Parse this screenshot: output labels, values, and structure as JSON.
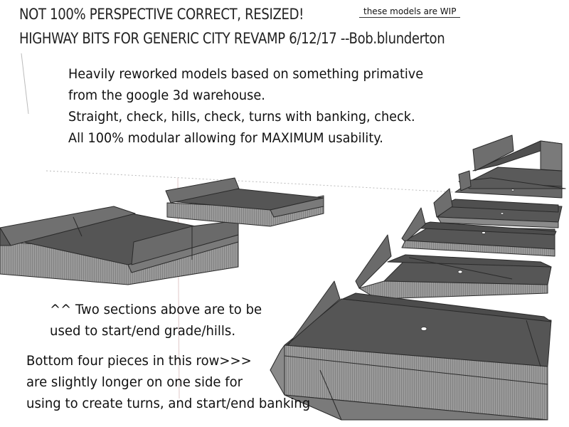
{
  "header": {
    "title_line1": "NOT 100% PERSPECTIVE CORRECT,  RESIZED!",
    "title_line2": "HIGHWAY BITS FOR GENERIC CITY REVAMP  6/12/17  --Bob.blunderton",
    "wip_note": "these models are WIP"
  },
  "description": {
    "lines": [
      "Heavily reworked models based on something primative",
      "from the google 3d warehouse.",
      "Straight, check, hills, check, turns with banking, check.",
      "All 100% modular allowing for MAXIMUM usability."
    ]
  },
  "annotations": {
    "grade_note": [
      "^^ Two sections above are to be",
      "used to start/end grade/hills."
    ],
    "banking_note": [
      "Bottom four pieces in this row>>>",
      "are slightly longer on one side for",
      "using to create turns, and start/end banking"
    ]
  },
  "colors": {
    "background": "#ffffff",
    "road_top": "#525252",
    "road_side": "#8a8a8a",
    "barrier": "#6e6e6e",
    "text": "#111111"
  }
}
